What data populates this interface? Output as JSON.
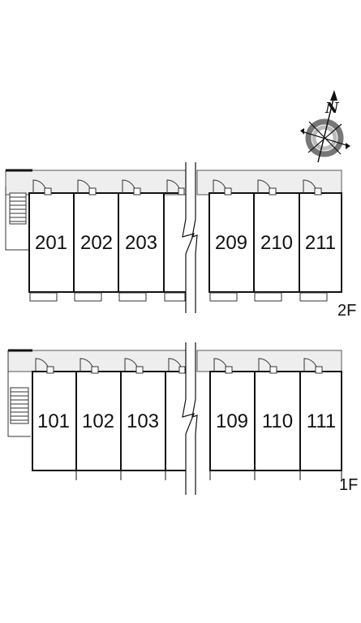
{
  "floors": [
    {
      "id": "2F",
      "label": "2F",
      "units": [
        "201",
        "202",
        "203",
        "",
        "209",
        "210",
        "211"
      ]
    },
    {
      "id": "1F",
      "label": "1F",
      "units": [
        "101",
        "102",
        "103",
        "",
        "109",
        "110",
        "111"
      ]
    }
  ],
  "compass": {
    "label": "N",
    "icon": "north-arrow-compass-icon"
  },
  "colors": {
    "line": "#111111",
    "corridor": "#eeeeee",
    "ring_dark": "#777777",
    "ring_light": "#bbbbbb"
  }
}
